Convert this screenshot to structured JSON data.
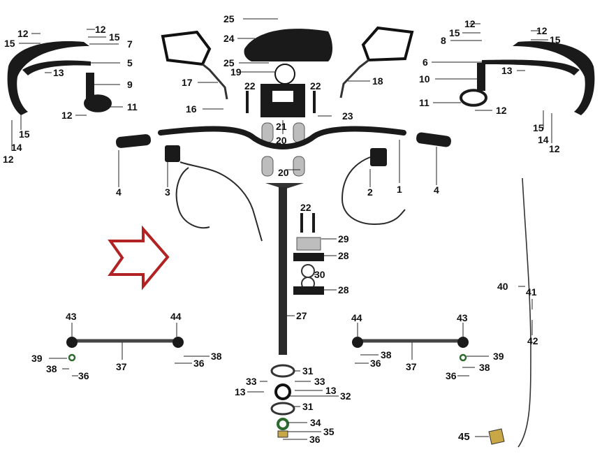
{
  "callouts": [
    {
      "id": "c25a",
      "label": "25"
    },
    {
      "id": "c24",
      "label": "24"
    },
    {
      "id": "c25b",
      "label": "25"
    },
    {
      "id": "c19",
      "label": "19"
    },
    {
      "id": "c12a",
      "label": "12"
    },
    {
      "id": "c12b",
      "label": "12"
    },
    {
      "id": "c15a",
      "label": "15"
    },
    {
      "id": "c15b",
      "label": "15"
    },
    {
      "id": "c7",
      "label": "7"
    },
    {
      "id": "c5",
      "label": "5"
    },
    {
      "id": "c13a",
      "label": "13"
    },
    {
      "id": "c9",
      "label": "9"
    },
    {
      "id": "c11a",
      "label": "11"
    },
    {
      "id": "c12c",
      "label": "12"
    },
    {
      "id": "c15c",
      "label": "15"
    },
    {
      "id": "c14a",
      "label": "14"
    },
    {
      "id": "c12d",
      "label": "12"
    },
    {
      "id": "c17",
      "label": "17"
    },
    {
      "id": "c16",
      "label": "16"
    },
    {
      "id": "c22a",
      "label": "22"
    },
    {
      "id": "c22b",
      "label": "22"
    },
    {
      "id": "c21",
      "label": "21"
    },
    {
      "id": "c23",
      "label": "23"
    },
    {
      "id": "c20a",
      "label": "20"
    },
    {
      "id": "c18",
      "label": "18"
    },
    {
      "id": "c12e",
      "label": "12"
    },
    {
      "id": "c15d",
      "label": "15"
    },
    {
      "id": "c8",
      "label": "8"
    },
    {
      "id": "c12f",
      "label": "12"
    },
    {
      "id": "c15e",
      "label": "15"
    },
    {
      "id": "c6",
      "label": "6"
    },
    {
      "id": "c13b",
      "label": "13"
    },
    {
      "id": "c10",
      "label": "10"
    },
    {
      "id": "c11b",
      "label": "11"
    },
    {
      "id": "c12g",
      "label": "12"
    },
    {
      "id": "c15f",
      "label": "15"
    },
    {
      "id": "c14b",
      "label": "14"
    },
    {
      "id": "c12h",
      "label": "12"
    },
    {
      "id": "c4a",
      "label": "4"
    },
    {
      "id": "c3",
      "label": "3"
    },
    {
      "id": "c20b",
      "label": "20"
    },
    {
      "id": "c2",
      "label": "2"
    },
    {
      "id": "c1",
      "label": "1"
    },
    {
      "id": "c4b",
      "label": "4"
    },
    {
      "id": "c22c",
      "label": "22"
    },
    {
      "id": "c29",
      "label": "29"
    },
    {
      "id": "c28a",
      "label": "28"
    },
    {
      "id": "c30",
      "label": "30"
    },
    {
      "id": "c28b",
      "label": "28"
    },
    {
      "id": "c40",
      "label": "40"
    },
    {
      "id": "c41",
      "label": "41"
    },
    {
      "id": "c42",
      "label": "42"
    },
    {
      "id": "c27",
      "label": "27"
    },
    {
      "id": "c43a",
      "label": "43"
    },
    {
      "id": "c44a",
      "label": "44"
    },
    {
      "id": "c39a",
      "label": "39"
    },
    {
      "id": "c37a",
      "label": "37"
    },
    {
      "id": "c38a",
      "label": "38"
    },
    {
      "id": "c36a",
      "label": "36"
    },
    {
      "id": "c38b",
      "label": "38"
    },
    {
      "id": "c36b",
      "label": "36"
    },
    {
      "id": "c44b",
      "label": "44"
    },
    {
      "id": "c43b",
      "label": "43"
    },
    {
      "id": "c38c",
      "label": "38"
    },
    {
      "id": "c36c",
      "label": "36"
    },
    {
      "id": "c37b",
      "label": "37"
    },
    {
      "id": "c39b",
      "label": "39"
    },
    {
      "id": "c38d",
      "label": "38"
    },
    {
      "id": "c36d",
      "label": "36"
    },
    {
      "id": "c31a",
      "label": "31"
    },
    {
      "id": "c33a",
      "label": "33"
    },
    {
      "id": "c33b",
      "label": "33"
    },
    {
      "id": "c13c",
      "label": "13"
    },
    {
      "id": "c13d",
      "label": "13"
    },
    {
      "id": "c32",
      "label": "32"
    },
    {
      "id": "c31b",
      "label": "31"
    },
    {
      "id": "c34",
      "label": "34"
    },
    {
      "id": "c35",
      "label": "35"
    },
    {
      "id": "c36e",
      "label": "36"
    },
    {
      "id": "c45",
      "label": "45"
    }
  ],
  "colors": {
    "ink": "#1a1a1a",
    "arrow": "#b22222",
    "part": "#bdbdbd"
  },
  "icons": [
    "direction-arrow-icon"
  ]
}
